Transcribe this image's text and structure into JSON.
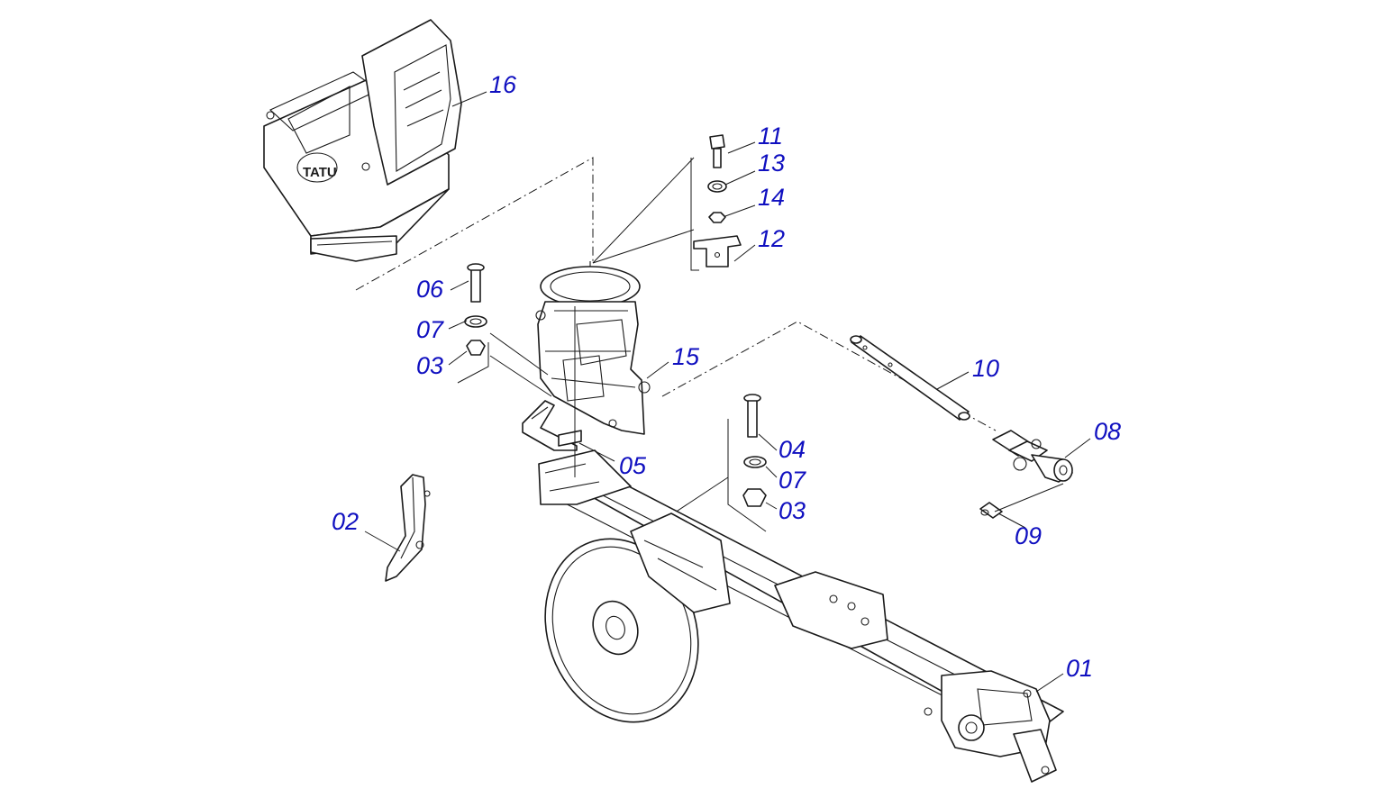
{
  "diagram": {
    "label_color": "#1010c0",
    "line_color": "#1a1a1a",
    "logo_text": "TATU",
    "part_labels": {
      "p16": "16",
      "p11": "11",
      "p13": "13",
      "p14": "14",
      "p12": "12",
      "p06": "06",
      "p07a": "07",
      "p03a": "03",
      "p15": "15",
      "p10": "10",
      "p08": "08",
      "p04": "04",
      "p05": "05",
      "p07b": "07",
      "p03b": "03",
      "p02": "02",
      "p09": "09",
      "p01": "01"
    }
  }
}
